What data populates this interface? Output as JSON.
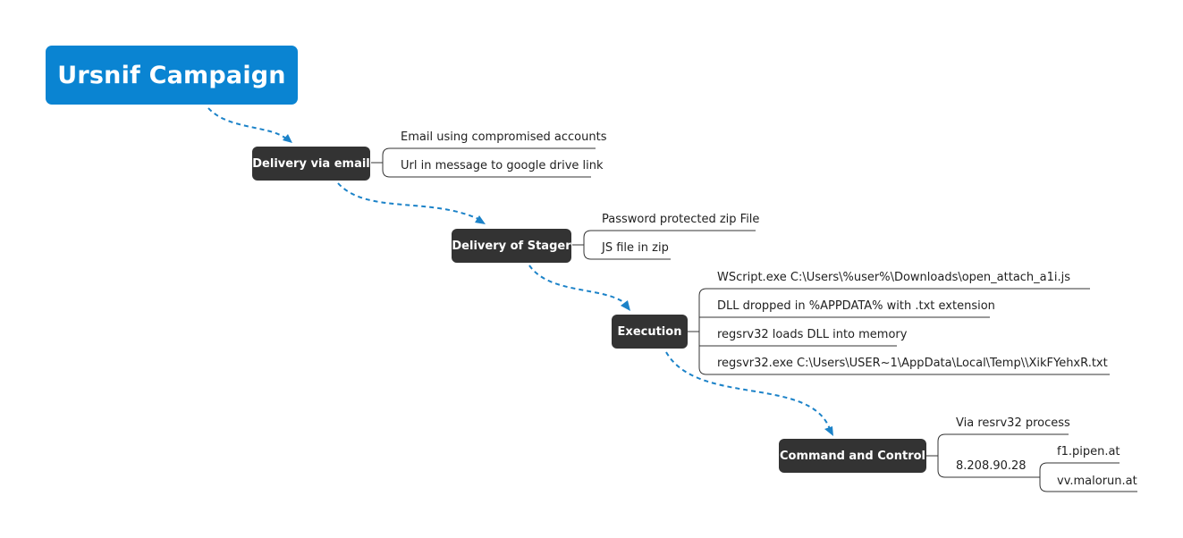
{
  "root": {
    "title": "Ursnif Campaign"
  },
  "topics": [
    {
      "label": "Delivery via email",
      "children": [
        "Email using compromised accounts",
        "Url in message to google drive link"
      ]
    },
    {
      "label": "Delivery of Stager",
      "children": [
        "Password protected zip File",
        "JS file in zip"
      ]
    },
    {
      "label": "Execution",
      "children": [
        "WScript.exe C:\\Users\\%user%\\Downloads\\open_attach_a1i.js",
        "DLL dropped in %APPDATA% with .txt extension",
        "regsrv32 loads DLL into memory",
        "regsvr32.exe C:\\Users\\USER~1\\AppData\\Local\\Temp\\\\XikFYehxR.txt"
      ]
    },
    {
      "label": "Command and Control",
      "children": [
        "Via resrv32 process"
      ],
      "ip": {
        "label": "8.208.90.28",
        "children": [
          "f1.pipen.at",
          "vv.malorun.at"
        ]
      }
    }
  ],
  "colors": {
    "root": "#0a84d2",
    "topic": "#333333",
    "connector": "#1b82c8"
  }
}
